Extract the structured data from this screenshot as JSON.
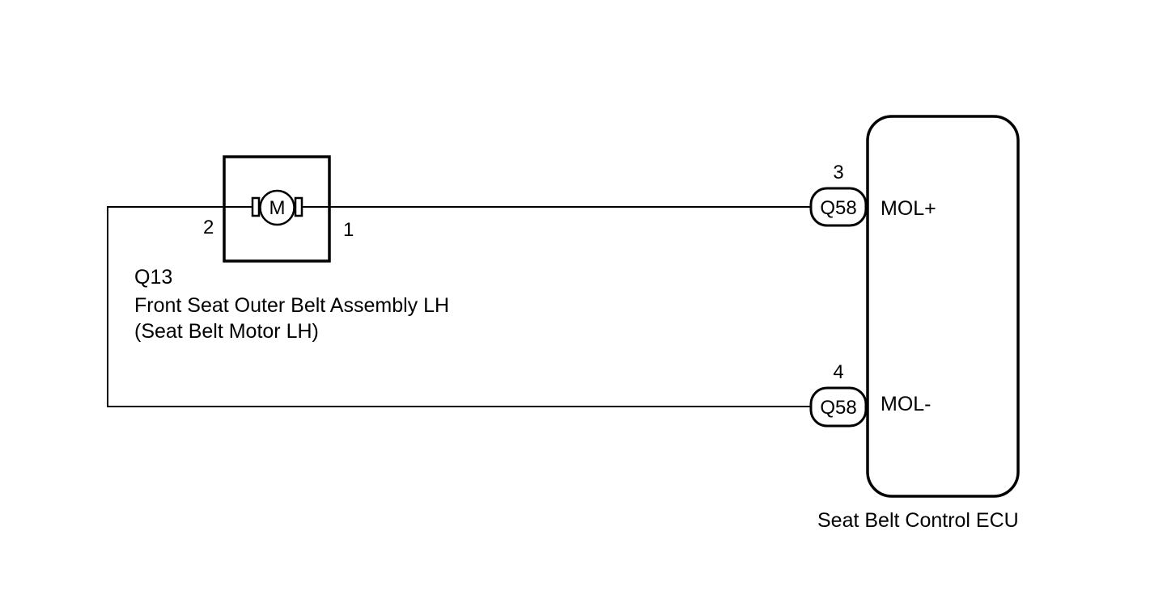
{
  "component": {
    "code": "Q13",
    "name": "Front Seat Outer Belt Assembly LH",
    "sub": "(Seat Belt Motor LH)",
    "motor_symbol": "M",
    "pin_left": "2",
    "pin_right": "1"
  },
  "ecu": {
    "name": "Seat Belt Control ECU",
    "terminals": [
      {
        "pin": "3",
        "connector": "Q58",
        "signal": "MOL+"
      },
      {
        "pin": "4",
        "connector": "Q58",
        "signal": "MOL-"
      }
    ]
  }
}
